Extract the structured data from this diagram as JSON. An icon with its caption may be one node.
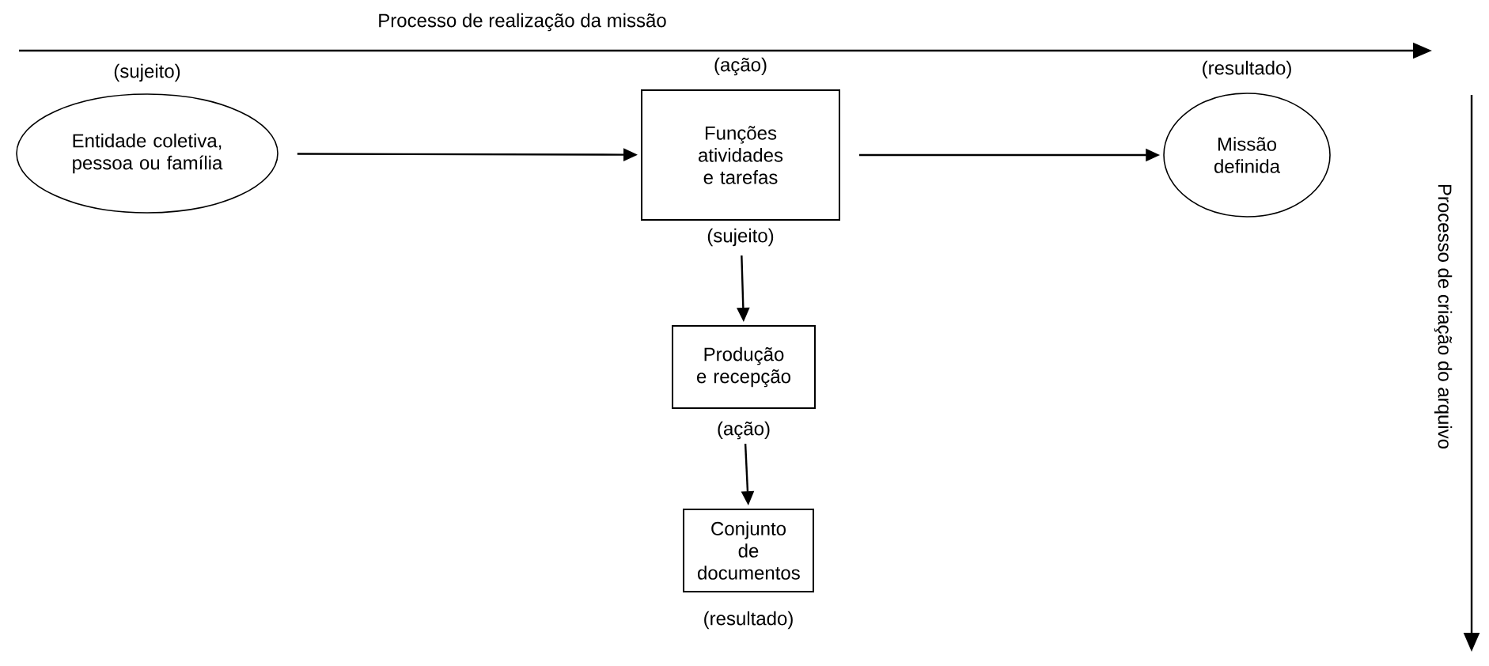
{
  "diagram": {
    "nodes": [
      {
        "text": [
          "Entidade coletiva, pessoa ou família"
        ],
        "beside": [
          "(sujeito)"
        ]
      },
      {
        "text": [
          "Funções atividades e tarefas"
        ],
        "beside": [
          "(ação)",
          "(sujeito)"
        ]
      },
      {
        "text": [
          "Missão definida"
        ],
        "beside": [
          "(resultado)"
        ]
      },
      {
        "text": [
          "Produção e recepção"
        ],
        "beside": [
          "(ação)"
        ]
      },
      {
        "text": [
          "Conjunto de documentos"
        ],
        "beside": [
          "(resultado)"
        ]
      }
    ],
    "edges": [
      {
        "from": 0,
        "to": 1,
        "arrow": "to"
      },
      {
        "from": 1,
        "to": 2,
        "arrow": "to"
      },
      {
        "from": 1,
        "to": 3,
        "arrow": "to"
      },
      {
        "from": 3,
        "to": 4,
        "arrow": "to"
      }
    ],
    "labels": [
      "Processo de realização da missão",
      "Processo de criação do arquivo"
    ]
  }
}
